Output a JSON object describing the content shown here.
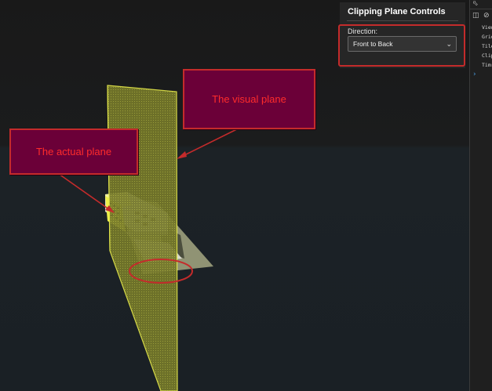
{
  "controls": {
    "title": "Clipping Plane Controls",
    "direction_label": "Direction:",
    "direction_value": "Front to Back"
  },
  "annotations": {
    "actual_plane": "The actual plane",
    "visual_plane": "The visual plane"
  },
  "side_panel": {
    "items": [
      "View",
      "Grid",
      "Tile",
      "Clip",
      "Timr"
    ]
  },
  "colors": {
    "annotation_fill": "#6b0038",
    "annotation_text": "#ff2b2b",
    "highlight": "#c42b2b",
    "plane": "#d7dc5a"
  },
  "icons": [
    "cursor-select-icon",
    "sidebar-icon",
    "block-icon",
    "chevron-right-icon"
  ]
}
